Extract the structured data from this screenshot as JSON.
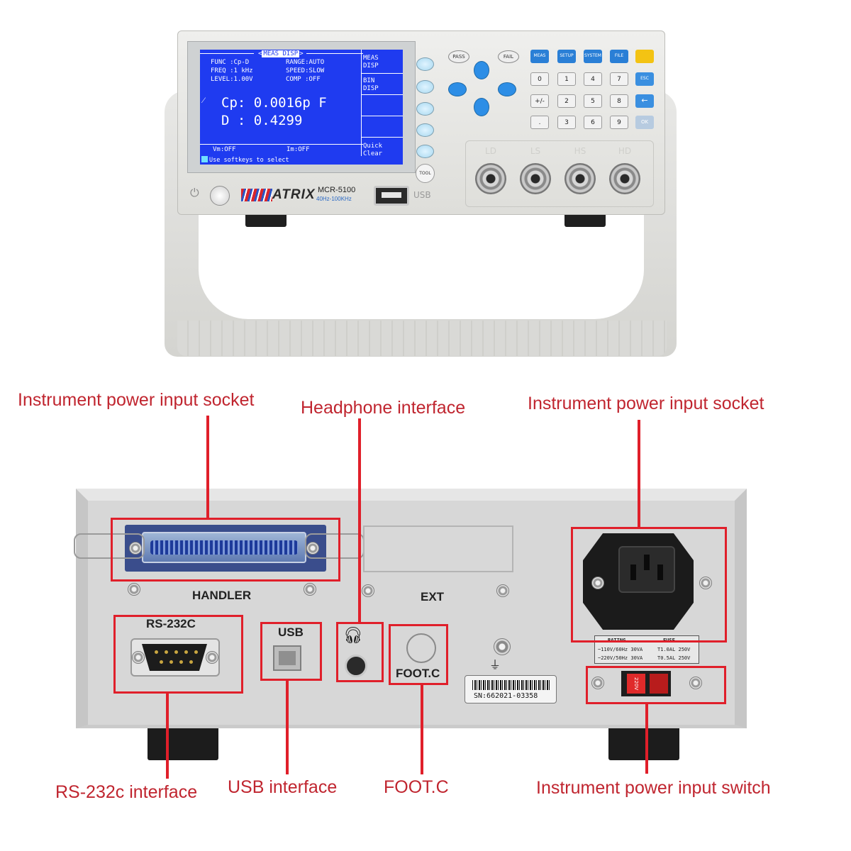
{
  "front": {
    "lcd": {
      "tab": "MEAS DISP",
      "func": "FUNC :Cp-D",
      "freq": "FREQ :1 kHz",
      "level": "LEVEL:1.00V",
      "range": "RANGE:AUTO",
      "speed": "SPEED:SLOW",
      "comp": "COMP :OFF",
      "primary": "Cp: 0.0016p F",
      "secondary": "D : 0.4299",
      "vm": "Vm:OFF",
      "im": "Im:OFF",
      "status": "Use softkeys to select",
      "softkeys": [
        {
          "line1": "MEAS",
          "line2": "DISP"
        },
        {
          "line1": "BIN",
          "line2": "DISP"
        },
        {
          "line1": "",
          "line2": ""
        },
        {
          "line1": "",
          "line2": ""
        },
        {
          "line1": "Quick",
          "line2": "Clear"
        }
      ]
    },
    "buttons": {
      "pass": "PASS",
      "fail": "FAIL",
      "tool": "TOOL",
      "top_row": [
        "MEAS",
        "SETUP",
        "SYSTEM",
        "FILE"
      ],
      "numpad": [
        "0",
        "1",
        "4",
        "7",
        "+/-",
        "2",
        "5",
        "8",
        ".",
        "3",
        "6",
        "9"
      ],
      "side": [
        "ESC",
        "←",
        "OK"
      ]
    },
    "terminals": [
      "LD",
      "LS",
      "HS",
      "HD"
    ],
    "brand": "ATRIX",
    "model": "MCR-5100",
    "model_range": "40Hz-100KHz",
    "usb_label": "USB"
  },
  "callouts": {
    "power_socket_left": "Instrument power input socket",
    "headphone": "Headphone  interface",
    "power_socket_right": "Instrument power input socket",
    "rs232": "RS-232c interface",
    "usb": "USB interface",
    "footc": "FOOT.C",
    "power_switch": "Instrument power input switch"
  },
  "rear": {
    "handler": "HANDLER",
    "ext": "EXT",
    "rs232": "RS-232C",
    "usb": "USB",
    "footc": "FOOT.C",
    "serial": "SN:662021-03358",
    "rating_head_left": "RATING",
    "rating_head_right": "FUSE",
    "rating_row1_left": "~110V/60Hz 30VA",
    "rating_row1_right": "T1.0AL 250V",
    "rating_row2_left": "~220V/50Hz 30VA",
    "rating_row2_right": "T0.5AL 250V",
    "switch_label": "220V"
  },
  "colors": {
    "lcd_blue": "#1f3bf0",
    "callout_red": "#c0252f",
    "key_blue": "#2a7fd6"
  }
}
